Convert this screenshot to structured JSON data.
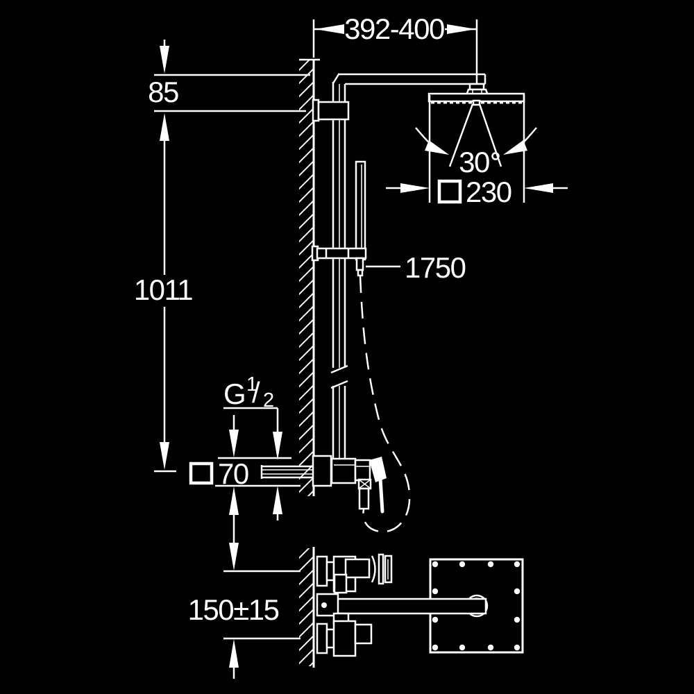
{
  "drawing": {
    "background": "#000000",
    "line_color": "#ffffff",
    "dims": {
      "arm_reach": "392-400",
      "head_offset": "85",
      "column_height": "1011",
      "hose_length": "1750",
      "spray_angle": "30",
      "head_size": "230",
      "thread_g": "G",
      "thread_num": "1",
      "thread_slash": "/",
      "thread_den": "2",
      "escutcheon_size": "70",
      "supply_distance": "150±15"
    }
  }
}
